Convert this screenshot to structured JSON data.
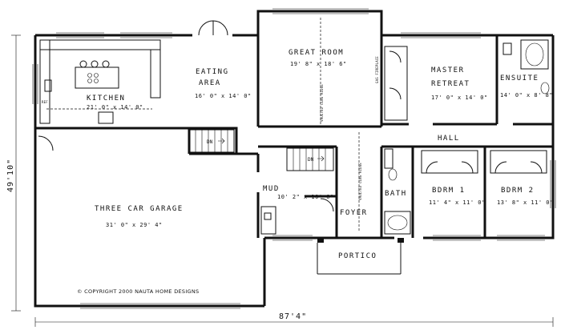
{
  "overall": {
    "width": "87'4\"",
    "depth": "49'10\""
  },
  "rooms": {
    "kitchen": {
      "name": "KITCHEN",
      "size": "21' 0\" x 14' 0\""
    },
    "eating": {
      "name_line1": "EATING",
      "name_line2": "AREA",
      "size": "16' 0\" x 14' 0\""
    },
    "great": {
      "name": "GREAT ROOM",
      "size": "19' 8\" x 18' 6\""
    },
    "master": {
      "name_line1": "MASTER",
      "name_line2": "RETREAT",
      "size": "17' 0\" x 14' 0\""
    },
    "ensuite": {
      "name": "ENSUITE",
      "size": "14' 0\" x 8' 8\""
    },
    "hall": {
      "name": "HALL"
    },
    "bdrm1": {
      "name": "BDRM 1",
      "size": "11' 4\" x 11' 0\""
    },
    "bdrm2": {
      "name": "BDRM 2",
      "size": "13' 8\" x 11' 0\""
    },
    "garage": {
      "name": "THREE CAR GARAGE",
      "size": "31' 0\" x 29' 4\""
    },
    "mud": {
      "name": "MUD",
      "size": "10' 2\" x 10' 0\""
    },
    "bath": {
      "name": "BATH"
    },
    "foyer": {
      "name": "FOYER"
    },
    "portico": {
      "name": "PORTICO"
    }
  },
  "annotations": {
    "dn1": "DN",
    "dn2": "DN",
    "ceiling1": "VAULTED CLNG RIDGE",
    "ceiling2": "VAULTED CLNG RIDGE",
    "fireplace": "GAS FIREPLACE",
    "fridge": "REF"
  },
  "copyright": "© COPYRIGHT 2000 NAUTA HOME DESIGNS"
}
